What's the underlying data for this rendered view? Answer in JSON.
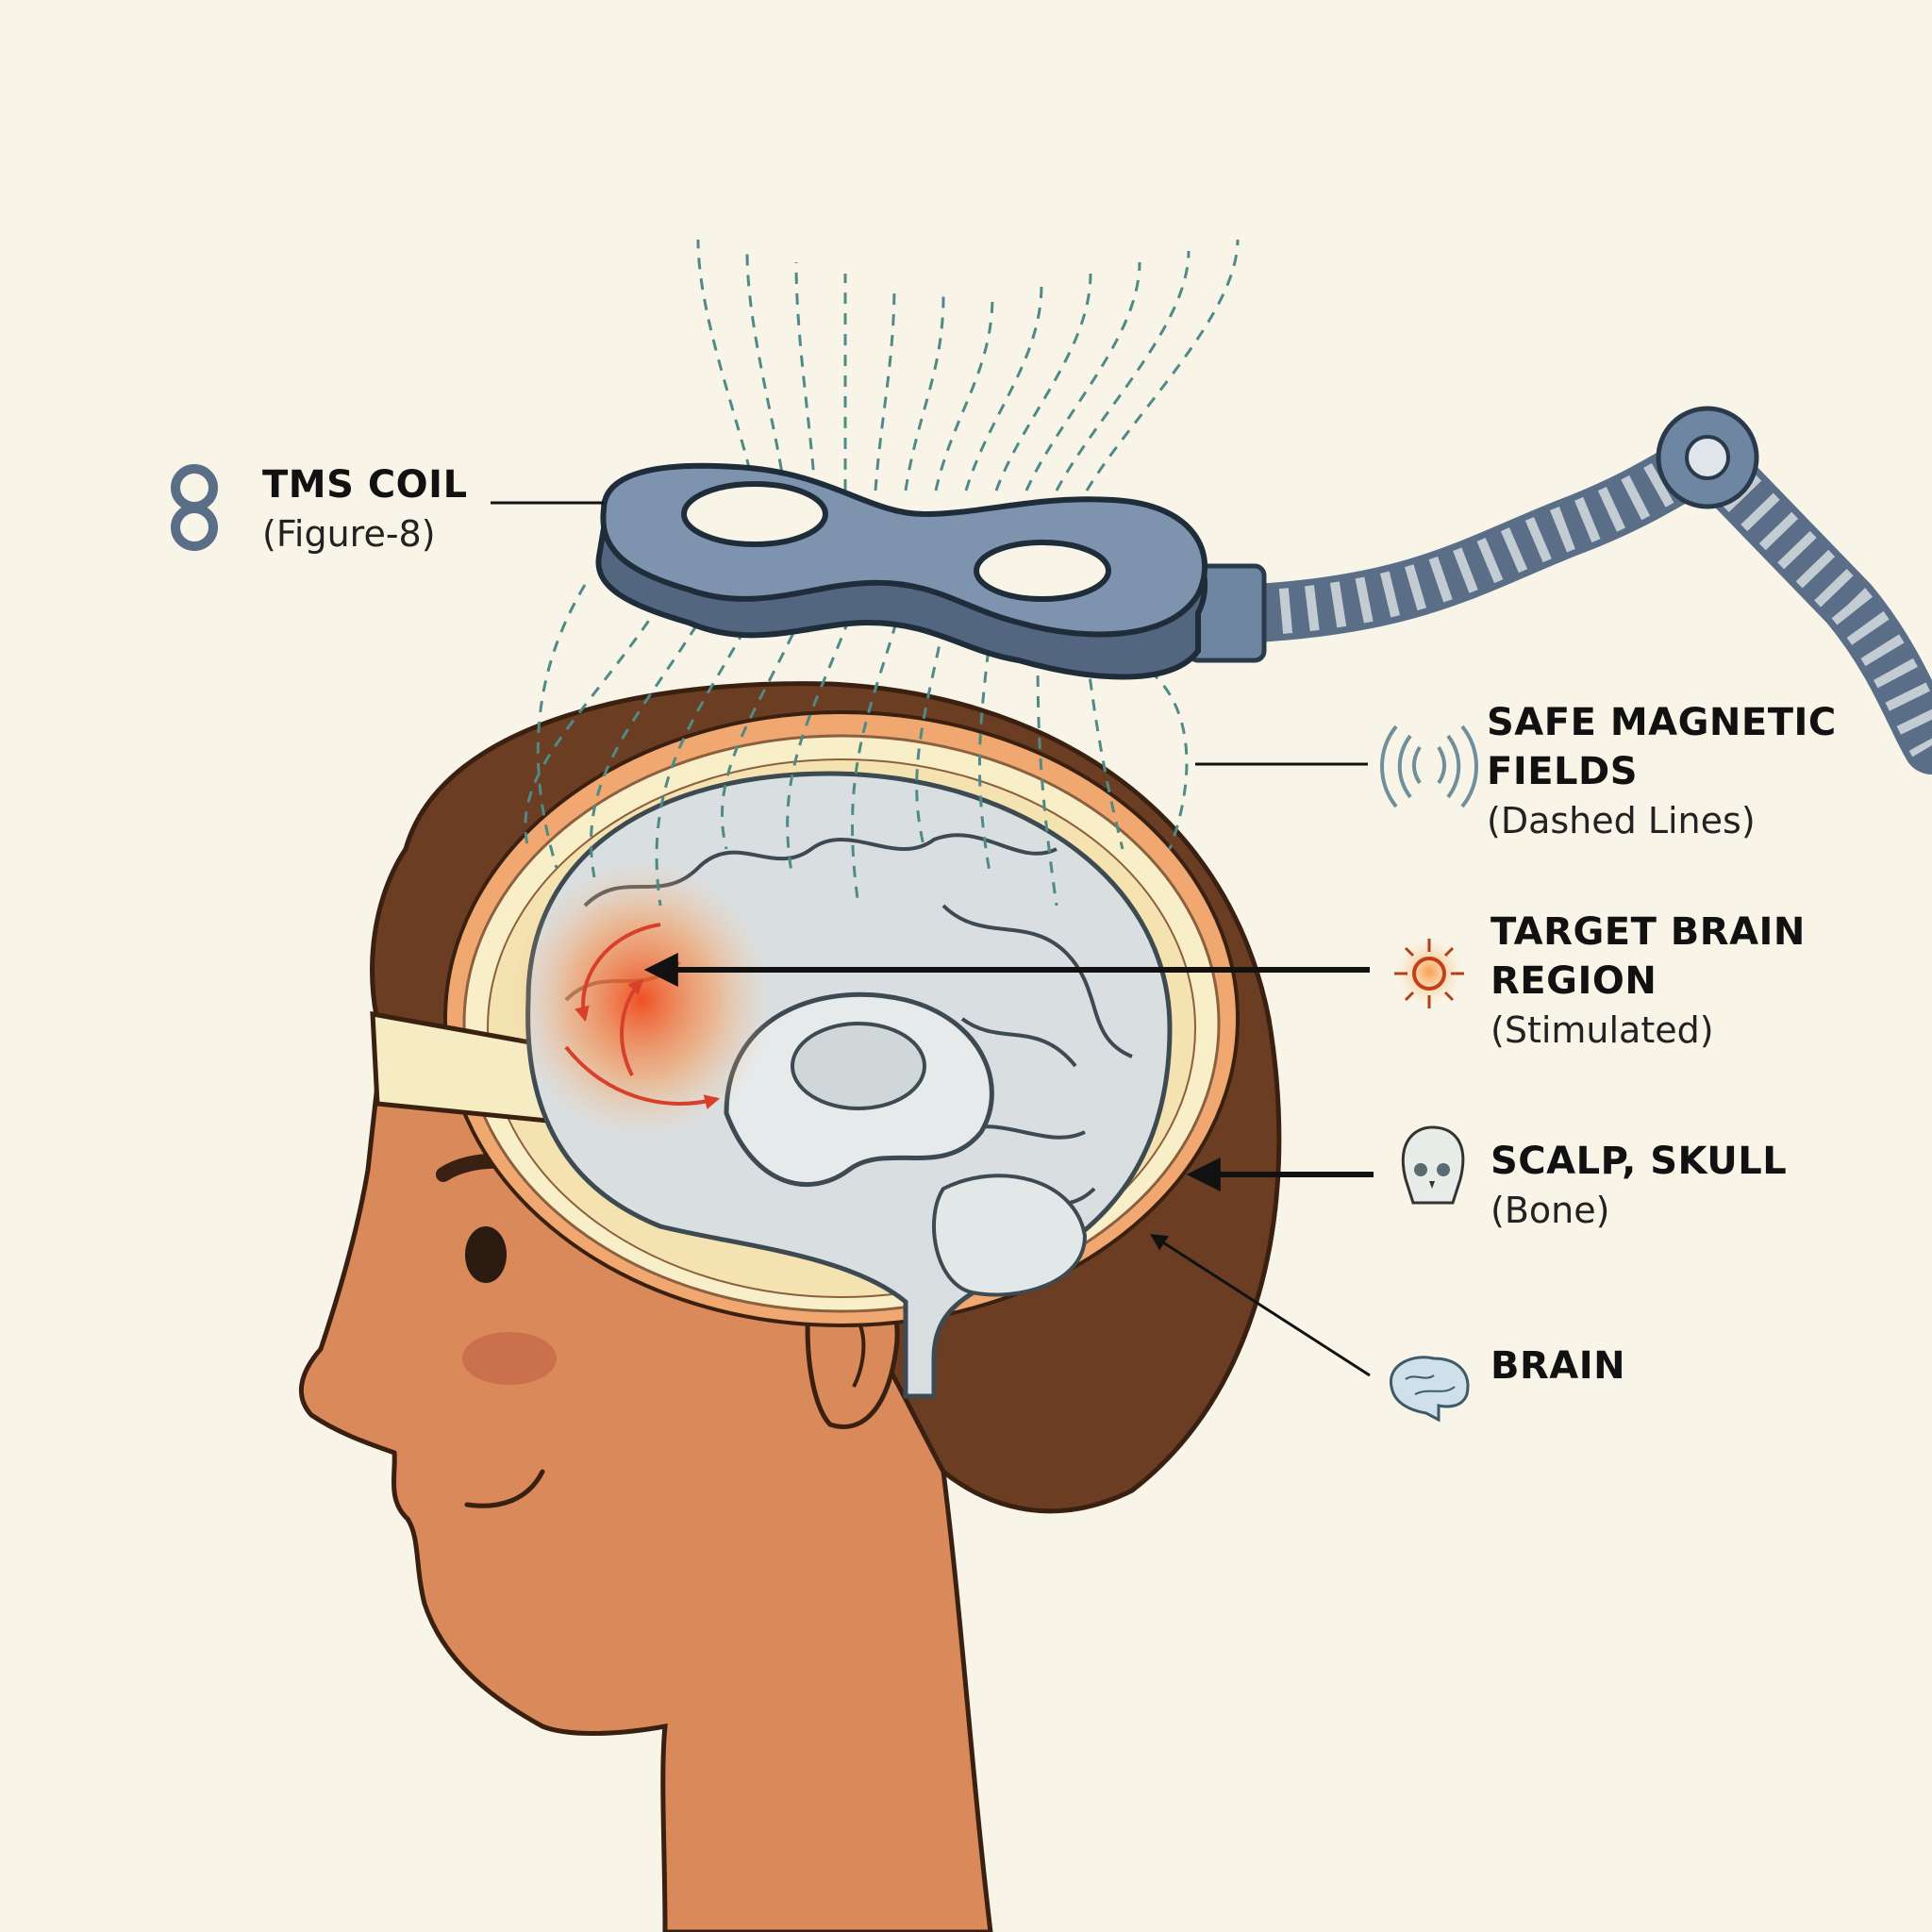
{
  "labels": {
    "coil": {
      "title": "TMS COIL",
      "subtitle": "(Figure-8)",
      "icon": "figure-8-coil-icon"
    },
    "fields": {
      "title_line1": "SAFE MAGNETIC",
      "title_line2": "FIELDS",
      "subtitle": "(Dashed Lines)",
      "icon": "magnetic-waves-icon"
    },
    "target": {
      "title_line1": "TARGET BRAIN",
      "title_line2": "REGION",
      "subtitle": "(Stimulated)",
      "icon": "glowing-target-icon"
    },
    "skull": {
      "title": "SCALP, SKULL",
      "subtitle": "(Bone)",
      "icon": "skull-icon"
    },
    "brain": {
      "title": "BRAIN",
      "icon": "brain-icon"
    }
  },
  "colors": {
    "background": "#f8f5e8",
    "coil": "#6f86a3",
    "field_lines": "#4f8a86",
    "stimulation": "#f06a2a",
    "skin": "#d9895a",
    "hair": "#6b3d22",
    "brain": "#d9dfe1"
  }
}
